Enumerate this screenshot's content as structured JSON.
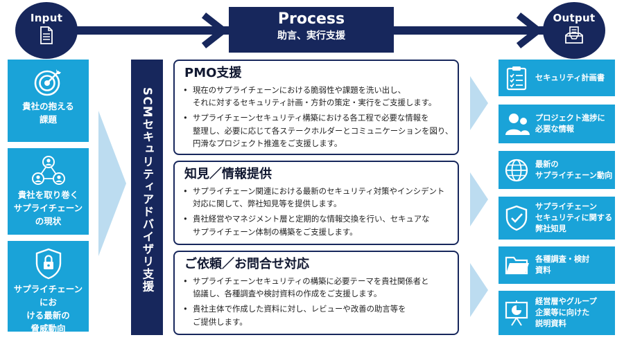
{
  "flow": {
    "input_label": "Input",
    "process_title": "Process",
    "process_subtitle": "助言、実行支援",
    "output_label": "Output"
  },
  "inputs": [
    {
      "icon": "target-icon",
      "label_lines": [
        "貴社の抱える",
        "課題"
      ]
    },
    {
      "icon": "network-people-icon",
      "label_lines": [
        "貴社を取り巻く",
        "サプライチェーン",
        "の現状"
      ]
    },
    {
      "icon": "shield-lock-icon",
      "label_lines": [
        "サプライチェーンにお",
        "ける最新の",
        "脅威動向"
      ]
    }
  ],
  "scm_label": "SCMセキュリティアドバイザリ支援",
  "cards": [
    {
      "title": "PMO支援",
      "bullets": [
        [
          "現在のサプライチェーンにおける脆弱性や課題を洗い出し、",
          "それに対するセキュリティ計画・方針の策定・実行をご支援します。"
        ],
        [
          "サプライチェーンセキュリティ構築における各工程で必要な情報を",
          "整理し、必要に応じて各ステークホルダーとコミュニケーションを図り、",
          "円滑なプロジェクト推進をご支援します。"
        ]
      ]
    },
    {
      "title": "知見／情報提供",
      "bullets": [
        [
          "サプライチェーン関連における最新のセキュリティ対策やインシデント",
          "対応に関して、弊社知見等を提供します。"
        ],
        [
          "貴社経営やマネジメント層と定期的な情報交換を行い、セキュアな",
          "サプライチェーン体制の構築をご支援します。"
        ]
      ]
    },
    {
      "title": "ご依頼／お問合せ対応",
      "bullets": [
        [
          "サプライチェーンセキュリティの構築に必要テーマを貴社関係者と",
          "協議し、各種調査や検討資料の作成をご支援します。"
        ],
        [
          "貴社主体で作成した資料に対し、レビューや改善の助言等を",
          "ご提供します。"
        ]
      ]
    }
  ],
  "outputs": [
    {
      "icon": "clipboard-checklist-icon",
      "label_lines": [
        "セキュリティ計画書"
      ]
    },
    {
      "icon": "people-icon",
      "label_lines": [
        "プロジェクト進捗に",
        "必要な情報"
      ]
    },
    {
      "icon": "globe-icon",
      "label_lines": [
        "最新の",
        "サプライチェーン動向"
      ]
    },
    {
      "icon": "shield-check-icon",
      "label_lines": [
        "サプライチェーン",
        "セキュリティに関する",
        "弊社知見"
      ]
    },
    {
      "icon": "folder-icon",
      "label_lines": [
        "各種調査・検討",
        "資料"
      ]
    },
    {
      "icon": "presentation-chart-icon",
      "label_lines": [
        "経営層やグループ",
        "企業等に向けた",
        "説明資料"
      ]
    }
  ],
  "colors": {
    "navy": "#17275c",
    "cyan": "#1aa3d8",
    "light_arrow": "#bcdcf0"
  }
}
